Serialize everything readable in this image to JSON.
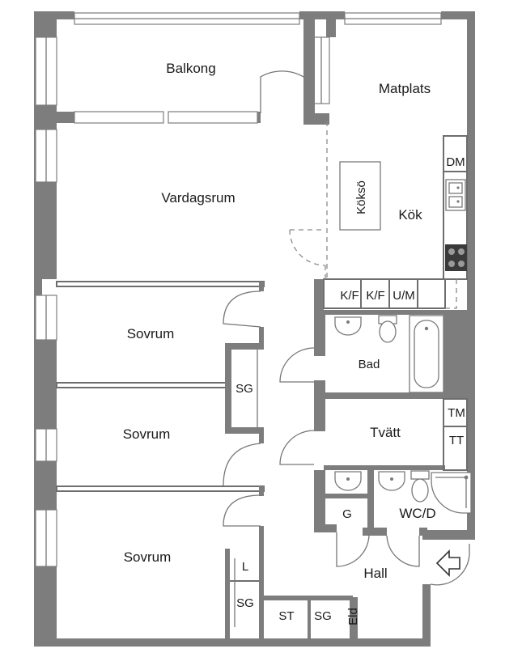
{
  "rooms": {
    "balkong": "Balkong",
    "matplats": "Matplats",
    "vardagsrum": "Vardagsrum",
    "koksö": "Köksö",
    "kok": "Kök",
    "dm": "DM",
    "kf1": "K/F",
    "kf2": "K/F",
    "um": "U/M",
    "sovrum1": "Sovrum",
    "sovrum2": "Sovrum",
    "sovrum3": "Sovrum",
    "sg1": "SG",
    "sg2": "SG",
    "sg3": "SG",
    "bad": "Bad",
    "tvatt": "Tvätt",
    "tm": "TM",
    "tt": "TT",
    "g": "G",
    "wcd": "WC/D",
    "hall": "Hall",
    "l": "L",
    "st": "ST",
    "eld": "Eld"
  },
  "colors": {
    "wall": "#7d7d7d",
    "line": "#6e6e6e",
    "background": "#ffffff"
  },
  "icons": [
    "entrance-arrow-icon",
    "stove-icon",
    "sink-icon",
    "toilet-icon",
    "bathtub-icon",
    "shower-icon"
  ]
}
